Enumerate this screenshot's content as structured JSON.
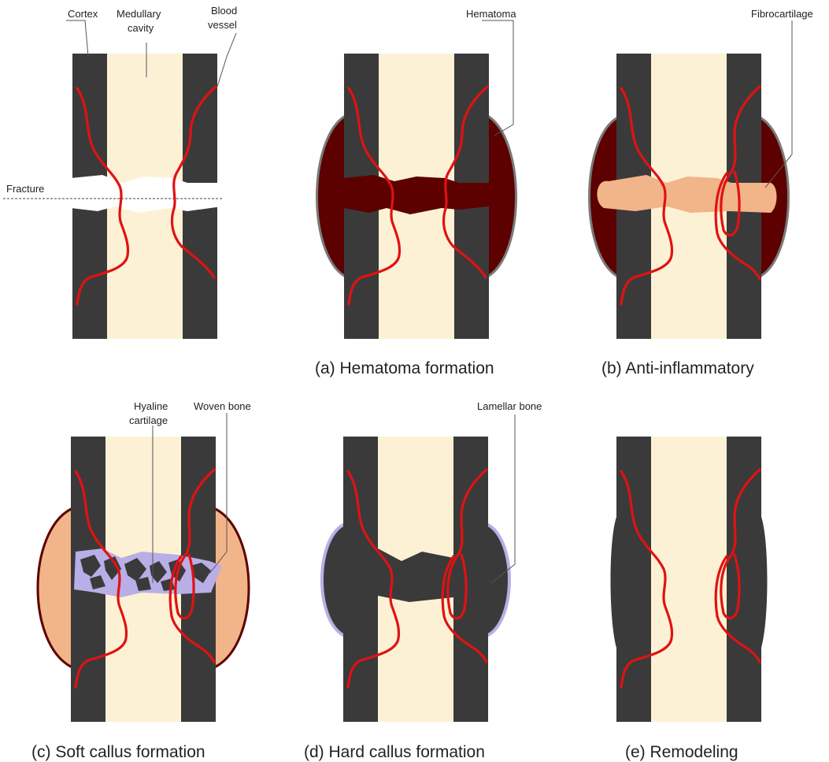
{
  "labels": {
    "cortex": "Cortex",
    "medullary_1": "Medullary",
    "medullary_2": "cavity",
    "blood_1": "Blood",
    "blood_2": "vessel",
    "fracture": "Fracture",
    "hematoma": "Hematoma",
    "fibrocartilage": "Fibrocartilage",
    "hyaline_1": "Hyaline",
    "hyaline_2": "cartilage",
    "woven_bone": "Woven bone",
    "lamellar_bone": "Lamellar bone"
  },
  "captions": {
    "a": "(a) Hematoma formation",
    "b": "(b) Anti-inflammatory",
    "c": "(c) Soft callus formation",
    "d": "(d) Hard callus formation",
    "e": "(e) Remodeling"
  },
  "colors": {
    "cortex": "#3a3a3a",
    "marrow": "#fdf1d5",
    "vessel": "#e01212",
    "hematoma": "#5c0000",
    "fibrocartilage": "#f2b489",
    "hyaline_cartilage": "#b9aee6",
    "callus_outline": "#6a6a6a"
  }
}
